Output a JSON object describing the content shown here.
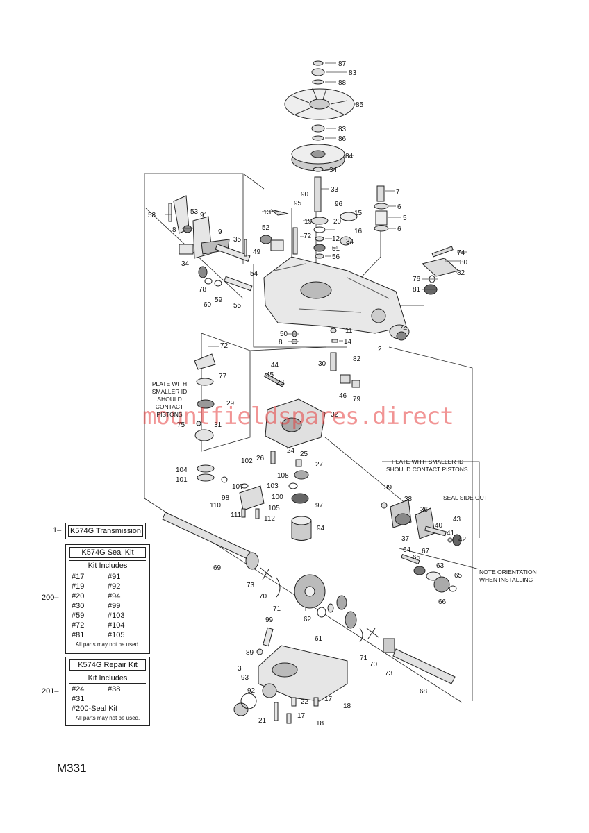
{
  "kits": [
    {
      "ref": "1",
      "title": "K574G Transmission"
    },
    {
      "ref": "200",
      "title": "K574G Seal Kit",
      "includes_label": "Kit Includes",
      "items": [
        "#17",
        "#91",
        "#19",
        "#92",
        "#20",
        "#94",
        "#30",
        "#99",
        "#59",
        "#103",
        "#72",
        "#104",
        "#81",
        "#105"
      ],
      "note": "All parts may not be used."
    },
    {
      "ref": "201",
      "title": "K574G Repair Kit",
      "includes_label": "Kit Includes",
      "items": [
        "#24",
        "#38",
        "#31",
        "",
        "#200-Seal Kit",
        ""
      ],
      "note": "All parts may not be used."
    }
  ],
  "notes": {
    "plate_left": [
      "PLATE WITH",
      "SMALLER ID",
      "SHOULD",
      "CONTACT",
      "PISTONS"
    ],
    "plate_right": [
      "PLATE WITH SMALLER ID",
      "SHOULD CONTACT PISTONS."
    ],
    "seal_side": "SEAL SIDE OUT",
    "orientation": [
      "NOTE ORIENTATION",
      "WHEN INSTALLING"
    ]
  },
  "watermark": "mountfieldspares.direct",
  "model_code": "M331",
  "callouts": [
    "87",
    "83",
    "88",
    "85",
    "83",
    "86",
    "84",
    "34",
    "33",
    "7",
    "6",
    "5",
    "6",
    "90",
    "95",
    "96",
    "15",
    "58",
    "53",
    "13",
    "19",
    "20",
    "16",
    "8",
    "91",
    "52",
    "72",
    "12",
    "34",
    "9",
    "51",
    "35",
    "49",
    "56",
    "34",
    "54",
    "74",
    "80",
    "82",
    "76",
    "81",
    "78",
    "60",
    "59",
    "55",
    "50",
    "11",
    "8",
    "14",
    "82",
    "2",
    "74",
    "72",
    "44",
    "30",
    "77",
    "45",
    "28",
    "29",
    "46",
    "79",
    "75",
    "31",
    "32",
    "24",
    "25",
    "26",
    "27",
    "102",
    "104",
    "108",
    "101",
    "107",
    "98",
    "103",
    "100",
    "105",
    "110",
    "97",
    "111",
    "112",
    "94",
    "39",
    "38",
    "36",
    "40",
    "43",
    "41",
    "42",
    "37",
    "64",
    "65",
    "67",
    "63",
    "65",
    "66",
    "69",
    "73",
    "70",
    "71",
    "62",
    "61",
    "99",
    "89",
    "71",
    "70",
    "73",
    "3",
    "93",
    "92",
    "22",
    "17",
    "18",
    "68",
    "21",
    "17",
    "18"
  ]
}
